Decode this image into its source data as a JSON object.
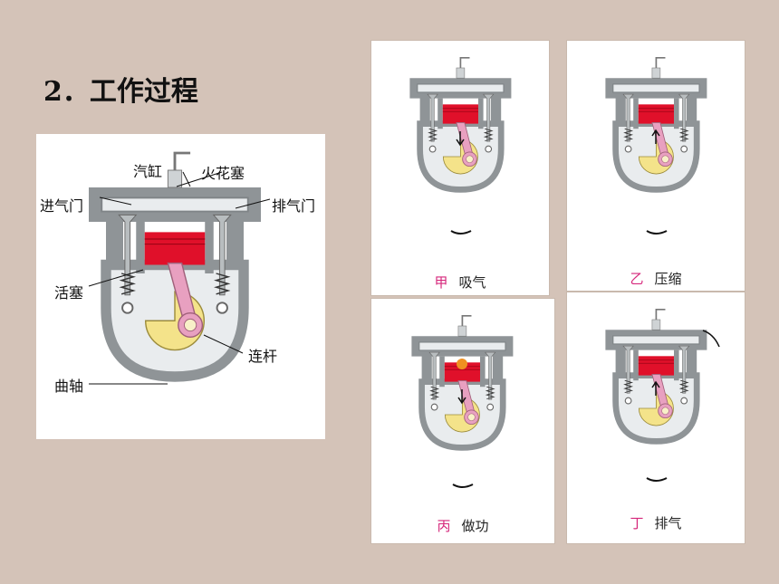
{
  "title": "2．工作过程",
  "labels": {
    "cylinder": "汽缸",
    "spark_plug": "火花塞",
    "intake_valve": "进气门",
    "exhaust_valve": "排气门",
    "piston": "活塞",
    "connecting_rod": "连杆",
    "crankshaft": "曲轴"
  },
  "strokes": [
    {
      "letter": "甲",
      "name": "吸气"
    },
    {
      "letter": "乙",
      "name": "压缩"
    },
    {
      "letter": "丙",
      "name": "做功"
    },
    {
      "letter": "丁",
      "name": "排气"
    }
  ],
  "colors": {
    "background": "#d4c3b8",
    "engine_body": "#8f9497",
    "piston": "#e0102a",
    "connecting_rod": "#e8a0c0",
    "crank": "#f4e38a",
    "caption_letter": "#d6287c"
  }
}
